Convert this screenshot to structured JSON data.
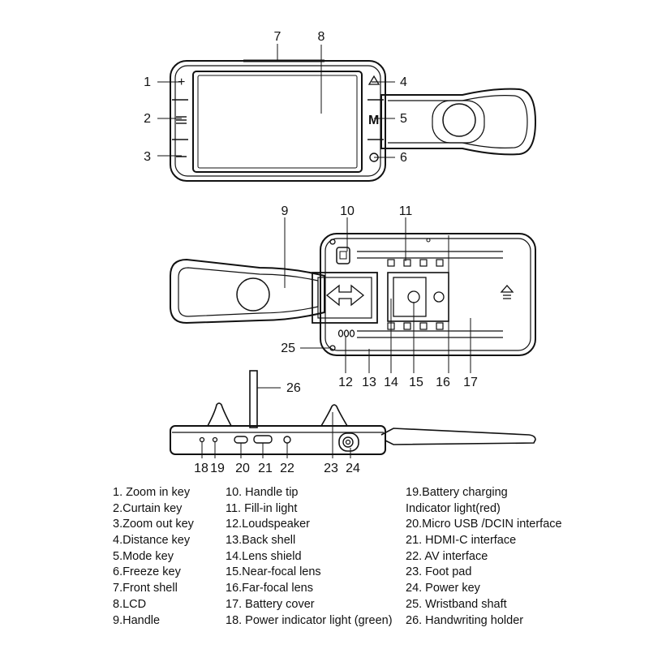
{
  "callouts": {
    "c1": "1",
    "c2": "2",
    "c3": "3",
    "c4": "4",
    "c5": "5",
    "c6": "6",
    "c7": "7",
    "c8": "8",
    "c9": "9",
    "c10": "10",
    "c11": "11",
    "c12": "12",
    "c13": "13",
    "c14": "14",
    "c15": "15",
    "c16": "16",
    "c17": "17",
    "c18": "18",
    "c19": "19",
    "c20": "20",
    "c21": "21",
    "c22": "22",
    "c23": "23",
    "c24": "24",
    "c25": "25",
    "c26": "26"
  },
  "button_marks": {
    "zoom_in": "+",
    "mode": "M"
  },
  "legend": {
    "col1": [
      "1. Zoom in key",
      "2.Curtain key",
      "3.Zoom out key",
      "4.Distance key",
      "5.Mode key",
      "6.Freeze key",
      "7.Front shell",
      "8.LCD",
      "9.Handle"
    ],
    "col2": [
      "10. Handle tip",
      "11. Fill-in light",
      "12.Loudspeaker",
      "13.Back shell",
      "14.Lens shield",
      "15.Near-focal lens",
      "16.Far-focal lens",
      "17. Battery cover",
      "18. Power indicator light (green)"
    ],
    "col3": [
      "19.Battery charging",
      "Indicator light(red)",
      "20.Micro USB /DCIN interface",
      "21. HDMI-C interface",
      "22. AV interface",
      "23. Foot pad",
      "24. Power key",
      "25. Wristband shaft",
      "26. Handwriting holder"
    ]
  }
}
